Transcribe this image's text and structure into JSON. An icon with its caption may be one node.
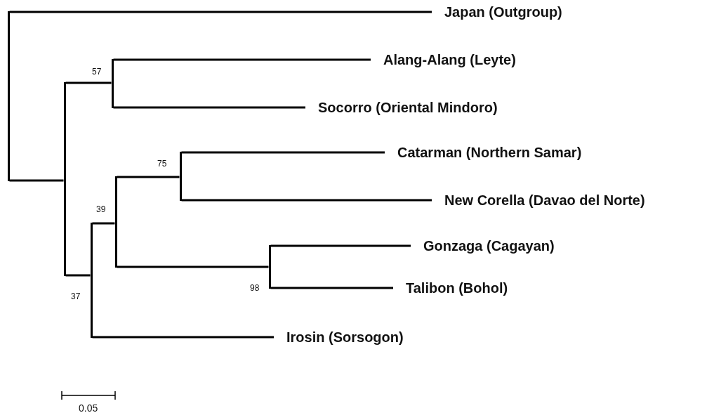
{
  "diagram": {
    "nodes": [
      {
        "text": [],
        "shape": "bar"
      },
      {
        "text": [
          "Japan (Outgroup)"
        ]
      },
      {
        "text": [],
        "shape": "bar"
      },
      {
        "text": [],
        "shape": "bar",
        "beside": [
          "57"
        ]
      },
      {
        "text": [
          "Alang-Alang (Leyte)"
        ]
      },
      {
        "text": [
          "Socorro (Oriental Mindoro)"
        ]
      },
      {
        "text": [],
        "shape": "bar",
        "beside": [
          "37"
        ]
      },
      {
        "text": [],
        "shape": "bar",
        "beside": [
          "39"
        ]
      },
      {
        "text": [],
        "shape": "bar",
        "beside": [
          "75"
        ]
      },
      {
        "text": [
          "Catarman (Northern Samar)"
        ]
      },
      {
        "text": [
          "New Corella (Davao del Norte)"
        ]
      },
      {
        "text": [],
        "shape": "bar",
        "beside": [
          "98"
        ]
      },
      {
        "text": [
          "Gonzaga (Cagayan)"
        ]
      },
      {
        "text": [
          "Talibon (Bohol)"
        ]
      },
      {
        "text": [
          "Irosin (Sorsogon)"
        ]
      }
    ],
    "edges": [
      {
        "from": 0,
        "to": 1,
        "arrow": "none"
      },
      {
        "from": 0,
        "to": 2,
        "arrow": "none"
      },
      {
        "from": 2,
        "to": 3,
        "arrow": "none"
      },
      {
        "from": 3,
        "to": 4,
        "arrow": "none"
      },
      {
        "from": 3,
        "to": 5,
        "arrow": "none"
      },
      {
        "from": 2,
        "to": 6,
        "arrow": "none"
      },
      {
        "from": 6,
        "to": 7,
        "arrow": "none"
      },
      {
        "from": 7,
        "to": 8,
        "arrow": "none"
      },
      {
        "from": 8,
        "to": 9,
        "arrow": "none"
      },
      {
        "from": 8,
        "to": 10,
        "arrow": "none"
      },
      {
        "from": 7,
        "to": 11,
        "arrow": "none"
      },
      {
        "from": 11,
        "to": 12,
        "arrow": "none"
      },
      {
        "from": 11,
        "to": 13,
        "arrow": "none"
      },
      {
        "from": 6,
        "to": 14,
        "arrow": "none"
      }
    ],
    "labels": [
      "0.05"
    ]
  }
}
